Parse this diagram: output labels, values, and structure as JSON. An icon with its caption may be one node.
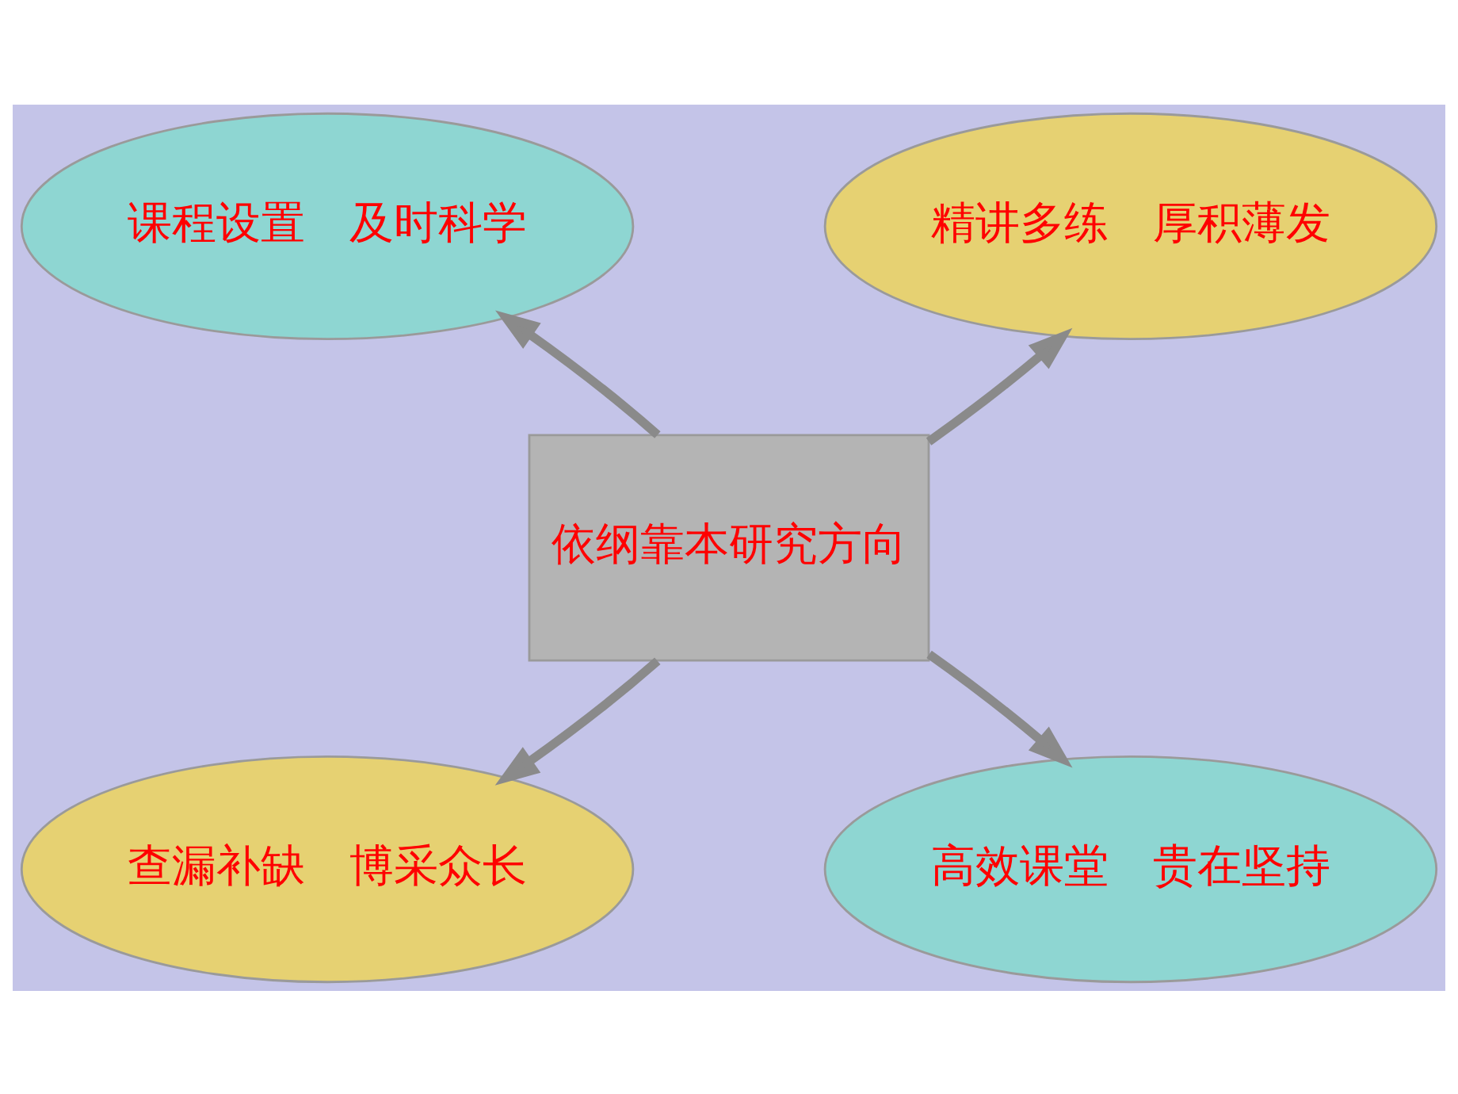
{
  "diagram": {
    "nodes": [
      {
        "text": [
          "课程设置　及时科学"
        ]
      },
      {
        "text": [
          "精讲多练　厚积薄发"
        ]
      },
      {
        "text": [
          "依纲靠本研究方向"
        ]
      },
      {
        "text": [
          "查漏补缺　博采众长"
        ]
      },
      {
        "text": [
          "高效课堂　贵在坚持"
        ]
      }
    ],
    "edges": [
      {
        "from": 2,
        "to": 0,
        "arrow": "to"
      },
      {
        "from": 2,
        "to": 1,
        "arrow": "to"
      },
      {
        "from": 2,
        "to": 3,
        "arrow": "to"
      },
      {
        "from": 2,
        "to": 4,
        "arrow": "to"
      }
    ]
  }
}
